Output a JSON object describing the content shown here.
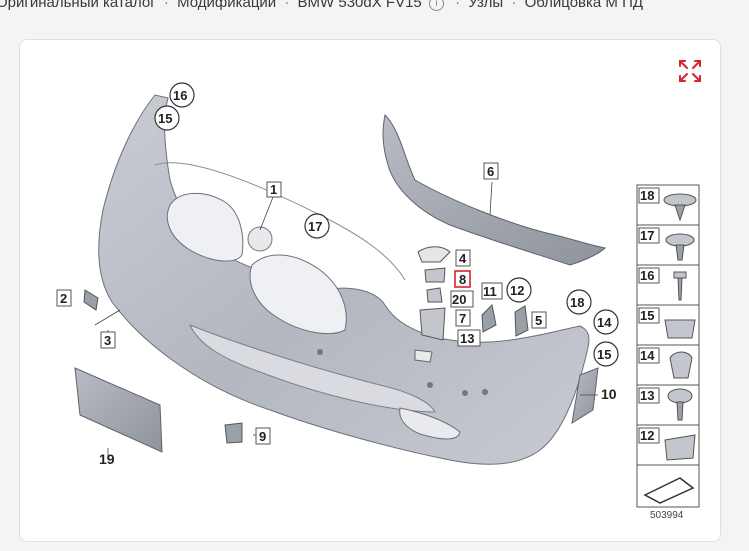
{
  "breadcrumb": {
    "items": [
      "Оригинальный каталог",
      "Модификации",
      "BMW 530dX FV15",
      "Узлы",
      "Облицовка М ПД"
    ],
    "separator": "·",
    "info_icon": "info-circle-icon"
  },
  "toolbar": {
    "expand_icon": "expand-arrows-icon",
    "accent": "#d9232d"
  },
  "diagram": {
    "image_code": "503994",
    "labels": {
      "p1": "1",
      "p2": "2",
      "p3": "3",
      "p4": "4",
      "p5": "5",
      "p6": "6",
      "p7": "7",
      "p8": "8",
      "p9": "9",
      "p10": "10",
      "p11": "11",
      "p12": "12",
      "p13": "13",
      "p14": "14",
      "p15": "15",
      "p16": "16",
      "p17": "17",
      "p18": "18",
      "p19": "19",
      "p20": "20"
    },
    "legend": [
      "18",
      "17",
      "16",
      "15",
      "14",
      "13",
      "12"
    ],
    "highlighted": "8"
  }
}
